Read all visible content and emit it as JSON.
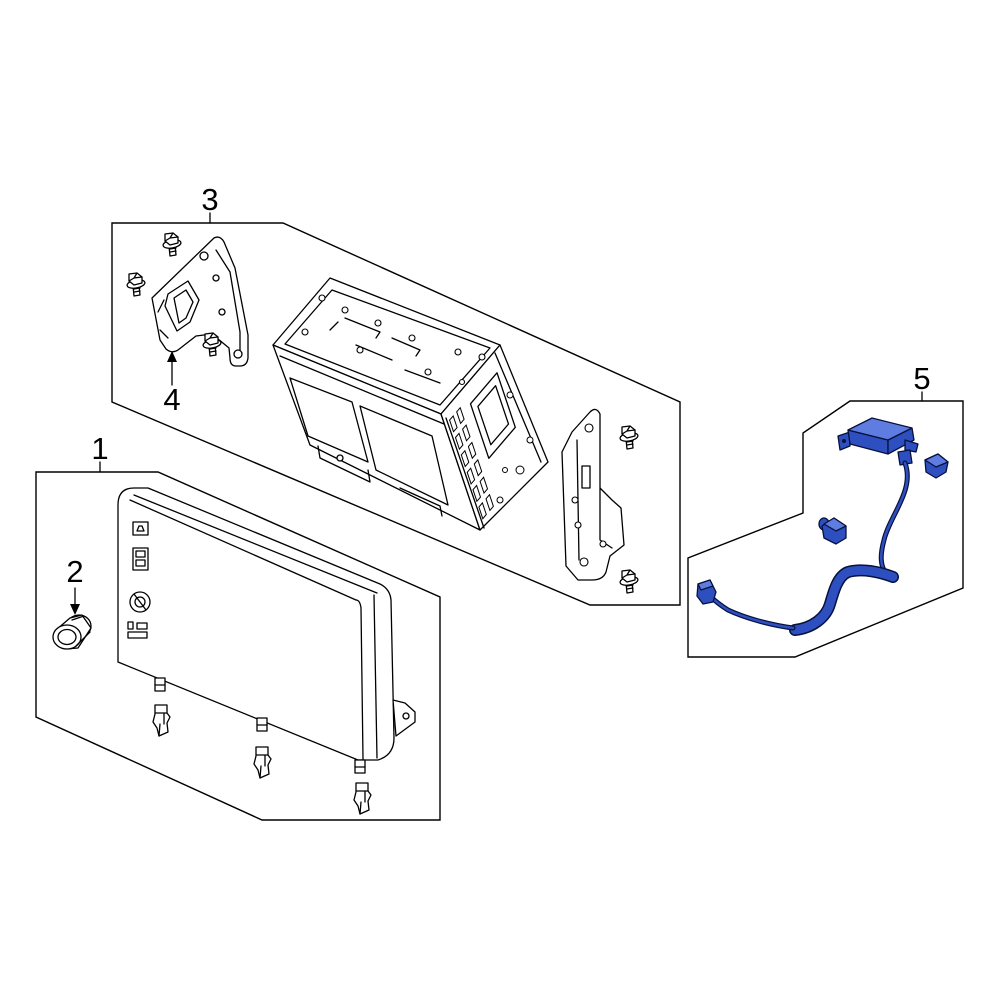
{
  "callouts": {
    "one": "1",
    "two": "2",
    "three": "3",
    "four": "4",
    "five": "5"
  },
  "colors": {
    "highlight": "#2e4fbf",
    "outline": "#000000",
    "background": "#ffffff"
  }
}
